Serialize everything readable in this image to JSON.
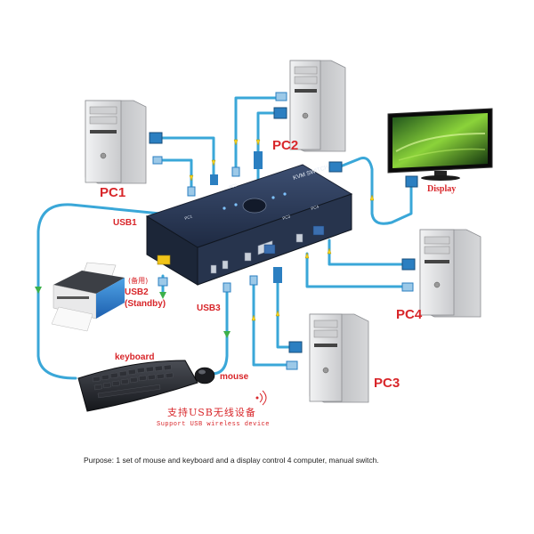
{
  "diagram": {
    "labels": {
      "pc1": "PC1",
      "pc2": "PC2",
      "pc3": "PC3",
      "pc4": "PC4",
      "display": "Display",
      "usb1": "USB1",
      "usb2": "USB2",
      "standby": "(Standby)",
      "usb2_cn": "(备用)",
      "usb3": "USB3",
      "keyboard": "keyboard",
      "mouse": "mouse",
      "wireless_cn": "支持USB无线设备",
      "wireless_en": "Support USB wireless device",
      "purpose": "Purpose: 1 set of mouse and keyboard and a display control 4 computer, manual switch."
    },
    "device": {
      "brand_text": "KVM SWITCH",
      "port_pc1": "PC1",
      "port_pc2": "PC2",
      "port_pc3": "PC3",
      "port_pc4": "PC4"
    },
    "colors": {
      "cable": "#3aa7d8",
      "cable_dark": "#2283b8",
      "label_red": "#d8262a",
      "arrow_yellow": "#f2d21b",
      "arrow_green": "#3cb04a",
      "device_body": "#2c3a55",
      "tower": "#d9dadc"
    }
  }
}
